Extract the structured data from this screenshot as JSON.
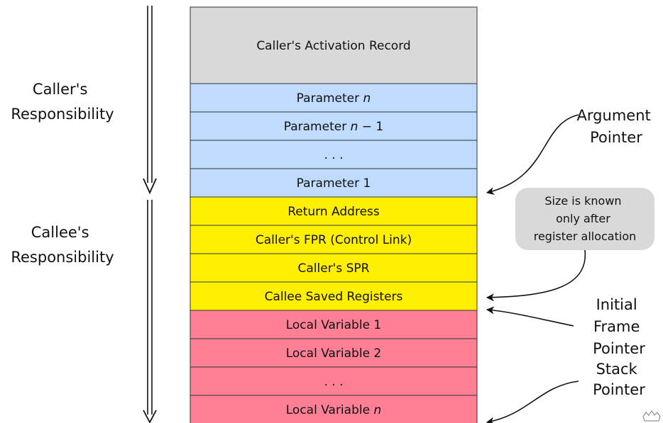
{
  "stack": {
    "cells": [
      {
        "label": "Caller's Activation Record",
        "color": "#d9d9d9"
      },
      {
        "label": "Parameter ",
        "italic": "n",
        "color": "#bfdbfe"
      },
      {
        "label": "Parameter ",
        "italic": "n",
        "after": " − 1",
        "color": "#bfdbfe"
      },
      {
        "label": ". . .",
        "color": "#bfdbfe"
      },
      {
        "label": "Parameter 1",
        "color": "#bfdbfe"
      },
      {
        "label": "Return Address",
        "color": "#fff000"
      },
      {
        "label": "Caller's FPR (Control Link)",
        "color": "#fff000"
      },
      {
        "label": "Caller's SPR",
        "color": "#fff000"
      },
      {
        "label": "Callee Saved Registers",
        "color": "#fff000"
      },
      {
        "label": "Local Variable 1",
        "color": "#ff8095"
      },
      {
        "label": "Local Variable 2",
        "color": "#ff8095"
      },
      {
        "label": ". . .",
        "color": "#ff8095"
      },
      {
        "label": "Local Variable ",
        "italic": "n",
        "color": "#ff8095"
      }
    ]
  },
  "side_labels": {
    "caller": [
      "Caller's",
      "Responsibility"
    ],
    "callee": [
      "Callee's",
      "Responsibility"
    ]
  },
  "pointers": {
    "argument": [
      "Argument",
      "Pointer"
    ],
    "frame": [
      "Initial",
      "Frame",
      "Pointer"
    ],
    "stack": [
      "Stack",
      "Pointer"
    ]
  },
  "note": {
    "lines": [
      "Size is known",
      "only after",
      "register allocation"
    ],
    "color": "#d9d9d9"
  }
}
